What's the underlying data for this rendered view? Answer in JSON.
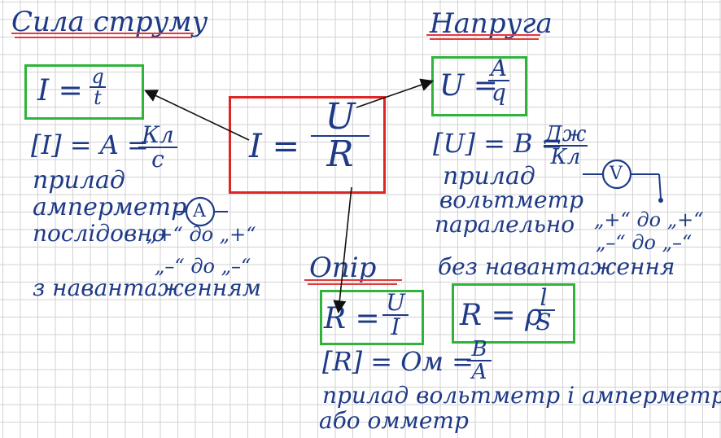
{
  "sections": {
    "current": {
      "title": "Сила струму",
      "formula_lhs": "I =",
      "formula_num": "q",
      "formula_den": "t",
      "unit_lhs": "[I] = A =",
      "unit_num": "Кл",
      "unit_den": "с",
      "device_label": "прилад",
      "device_name": "амперметр",
      "device_symbol": "A",
      "connection": "послідовно",
      "polarity_plus": "„+“ до „+“",
      "polarity_minus": "„–“ до „–“",
      "load_note": "з навантаженням"
    },
    "voltage": {
      "title": "Напруга",
      "formula_lhs": "U =",
      "formula_num": "A",
      "formula_den": "q",
      "unit_lhs": "[U] = B =",
      "unit_num": "Дж",
      "unit_den": "Кл",
      "device_label": "прилад",
      "device_name": "вольтметр",
      "device_symbol": "V",
      "connection": "паралельно",
      "polarity_plus": "„+“ до „+“",
      "polarity_minus": "„–“ до „–“",
      "load_note": "без навантаження"
    },
    "resistance": {
      "title": "Опір",
      "formula_lhs": "R =",
      "formula_num": "U",
      "formula_den": "I",
      "formula2_lhs": "R = ρ",
      "formula2_num": "l",
      "formula2_den": "S",
      "unit_lhs": "[R] = Ом =",
      "unit_num": "B",
      "unit_den": "A",
      "device_line1": "прилад вольтметр і амперметр",
      "device_line2": "або омметр"
    },
    "ohm_law": {
      "lhs": "I =",
      "num": "U",
      "den": "R"
    }
  },
  "colors": {
    "ink": "#1e3a86",
    "green_box": "#2fb33a",
    "red_box": "#e02525",
    "title_underline": "#e23a3a",
    "grid": "#d2d2d2"
  }
}
